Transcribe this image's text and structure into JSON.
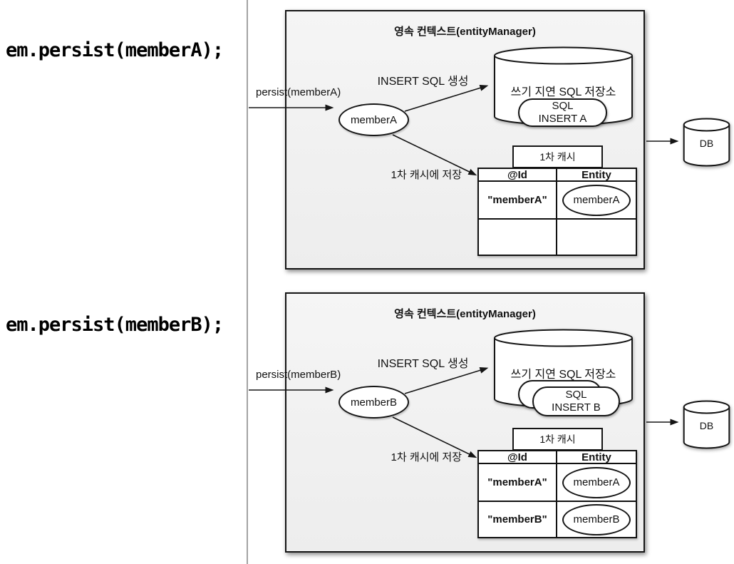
{
  "code": {
    "a": "em.persist(memberA);",
    "b": "em.persist(memberB);"
  },
  "diagram_a": {
    "title": "영속 컨텍스트(entityManager)",
    "persist_label": "persist(memberA)",
    "insert_sql_label": "INSERT SQL 생성",
    "save_cache_label": "1차 캐시에 저장",
    "entity_bubble": "memberA",
    "sql_store": {
      "title": "쓰기 지연 SQL 저장소",
      "card_line1": "SQL",
      "card_line2": "INSERT A"
    },
    "first_cache": {
      "title": "1차 캐시",
      "col_id": "@Id",
      "col_entity": "Entity",
      "rows": [
        {
          "id": "\"memberA\"",
          "entity": "memberA"
        },
        {
          "id": "",
          "entity": ""
        }
      ]
    },
    "db_label": "DB"
  },
  "diagram_b": {
    "title": "영속 컨텍스트(entityManager)",
    "persist_label": "persist(memberB)",
    "insert_sql_label": "INSERT SQL 생성",
    "save_cache_label": "1차 캐시에 저장",
    "entity_bubble": "memberB",
    "sql_store": {
      "title": "쓰기 지연 SQL 저장소",
      "card_line1": "SQL",
      "card_line2": "INSERT B"
    },
    "first_cache": {
      "title": "1차 캐시",
      "col_id": "@Id",
      "col_entity": "Entity",
      "rows": [
        {
          "id": "\"memberA\"",
          "entity": "memberA"
        },
        {
          "id": "\"memberB\"",
          "entity": "memberB"
        }
      ]
    },
    "db_label": "DB"
  },
  "colors": {
    "stroke": "#151515",
    "box_fill": "#f1f1f1",
    "divider": "#a3a3a3",
    "background": "#ffffff"
  }
}
